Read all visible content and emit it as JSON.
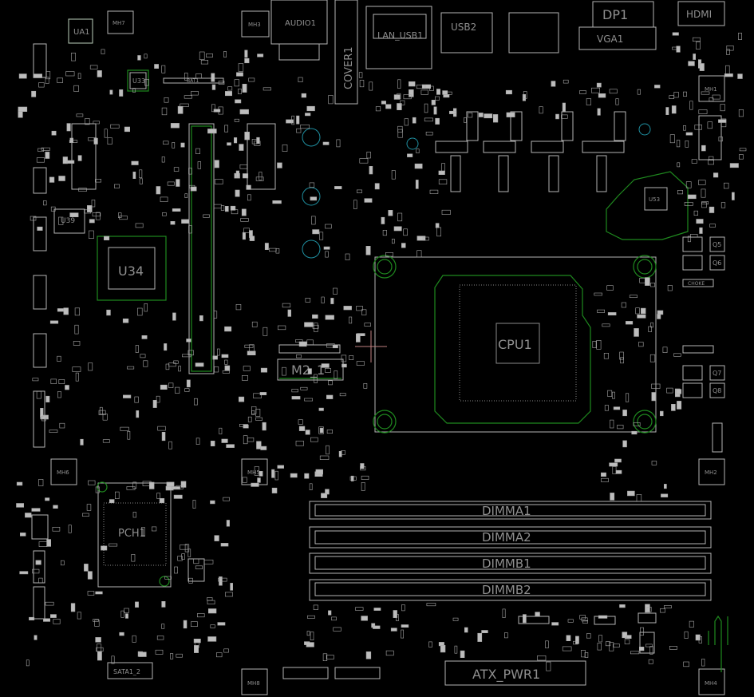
{
  "title": "",
  "labels": {
    "ua1": "UA1",
    "u33": "U33",
    "bat1": "BAT1",
    "u34": "U34",
    "u39": "U39",
    "u53": "U53",
    "audio1": "AUDIO1",
    "cover1": "COVER1",
    "lan_usb1": "LAN_USB1",
    "usb2": "USB2",
    "dp1": "DP1",
    "vga1": "VGA1",
    "hdmi": "HDMI",
    "cpu1": "CPU1",
    "m2_1": "M2_1",
    "dimm_a1": "DIMMA1",
    "dimm_a2": "DIMMA2",
    "dimm_b1": "DIMMB1",
    "dimm_b2": "DIMMB2",
    "atx_pwr1": "ATX_PWR1",
    "sata1_2": "SATA1_2",
    "pch1": "PCH1",
    "mh1": "MH1",
    "mh2": "MH2",
    "mh3": "MH3",
    "mh4": "MH4",
    "mh5": "MH5",
    "mh6": "MH6",
    "mh7": "MH7",
    "mh8": "MH8",
    "q5": "Q5",
    "q6": "Q6",
    "q7": "Q7",
    "q8": "Q8",
    "choke": "CHOKE"
  },
  "colors": {
    "background": "#000000",
    "silkscreen": "#b5b5b5",
    "label": "#8f8f8f",
    "copper_outline": "#1f8a1f",
    "via": "#1f8fa0",
    "crosshair": "#c08080"
  }
}
